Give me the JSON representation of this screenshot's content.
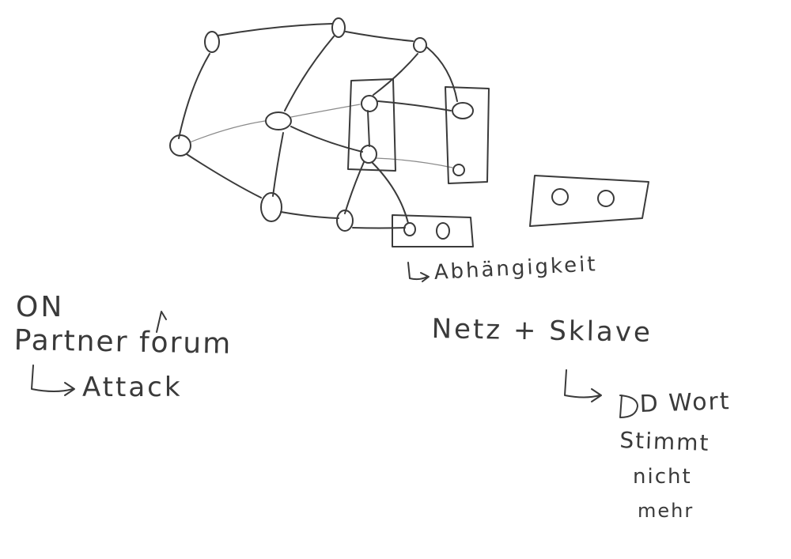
{
  "notes": {
    "abhaengigkeit": "Abhängigkeit",
    "netz_sklave": "Netz + Sklave",
    "dwort_line1": "D Wort",
    "dwort_line2": "Stimmt",
    "dwort_line3": "nicht",
    "dwort_line4": "mehr",
    "on": "ON",
    "partnerforum": "Partner forum",
    "attack": "Attack"
  },
  "colors": {
    "ink": "#3a3a3a",
    "background": "#ffffff"
  }
}
